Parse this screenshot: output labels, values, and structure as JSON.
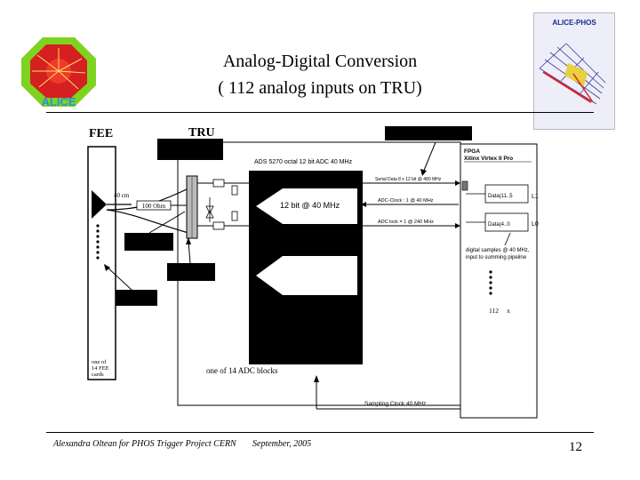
{
  "title": {
    "line1": "Analog-Digital Conversion",
    "line2": "( 112 analog inputs on TRU)"
  },
  "logos": {
    "left_text": "ALICE",
    "right_text": "ALICE-PHOS"
  },
  "diagram": {
    "fee_label": "FEE",
    "tru_label": "TRU",
    "adc_header": "ADS 5270 octal 12 bit ADC 40 MHz",
    "fpga_line1": "FPGA",
    "fpga_line2": "Xilinx Virtex II Pro",
    "serial_data": "Serial Data 8 x 12 bit @ 480 MHz",
    "adc_clock": "ADC-Clock : 1 @ 40 MHz",
    "adc_lock": "ADC lock = 1 @ 240 MHz",
    "adc_bits": "12 bit @ 40 MHz",
    "data_l1": "Data(11..5",
    "l1": "L1",
    "data_l0": "Data(4..0",
    "l0": "L0",
    "digital_samples_1": "digital samples @ 40 MHz,",
    "digital_samples_2": "input to summing pipeline",
    "count_112": "112",
    "count_x": "x",
    "cable_40cm": "40 cm",
    "resistor_100ohm": "100 Ohm",
    "one_of_14_fee_1": "one of",
    "one_of_14_fee_2": "14 FEE",
    "one_of_14_fee_3": "cards",
    "one_of_14_adc": "one of 14 ADC blocks",
    "sampling_clock": "Sampling Clock 40 MHz"
  },
  "footer": {
    "author": "Alexandra Oltean for PHOS Trigger Project CERN",
    "date": "September, 2005",
    "page_number": "12"
  }
}
